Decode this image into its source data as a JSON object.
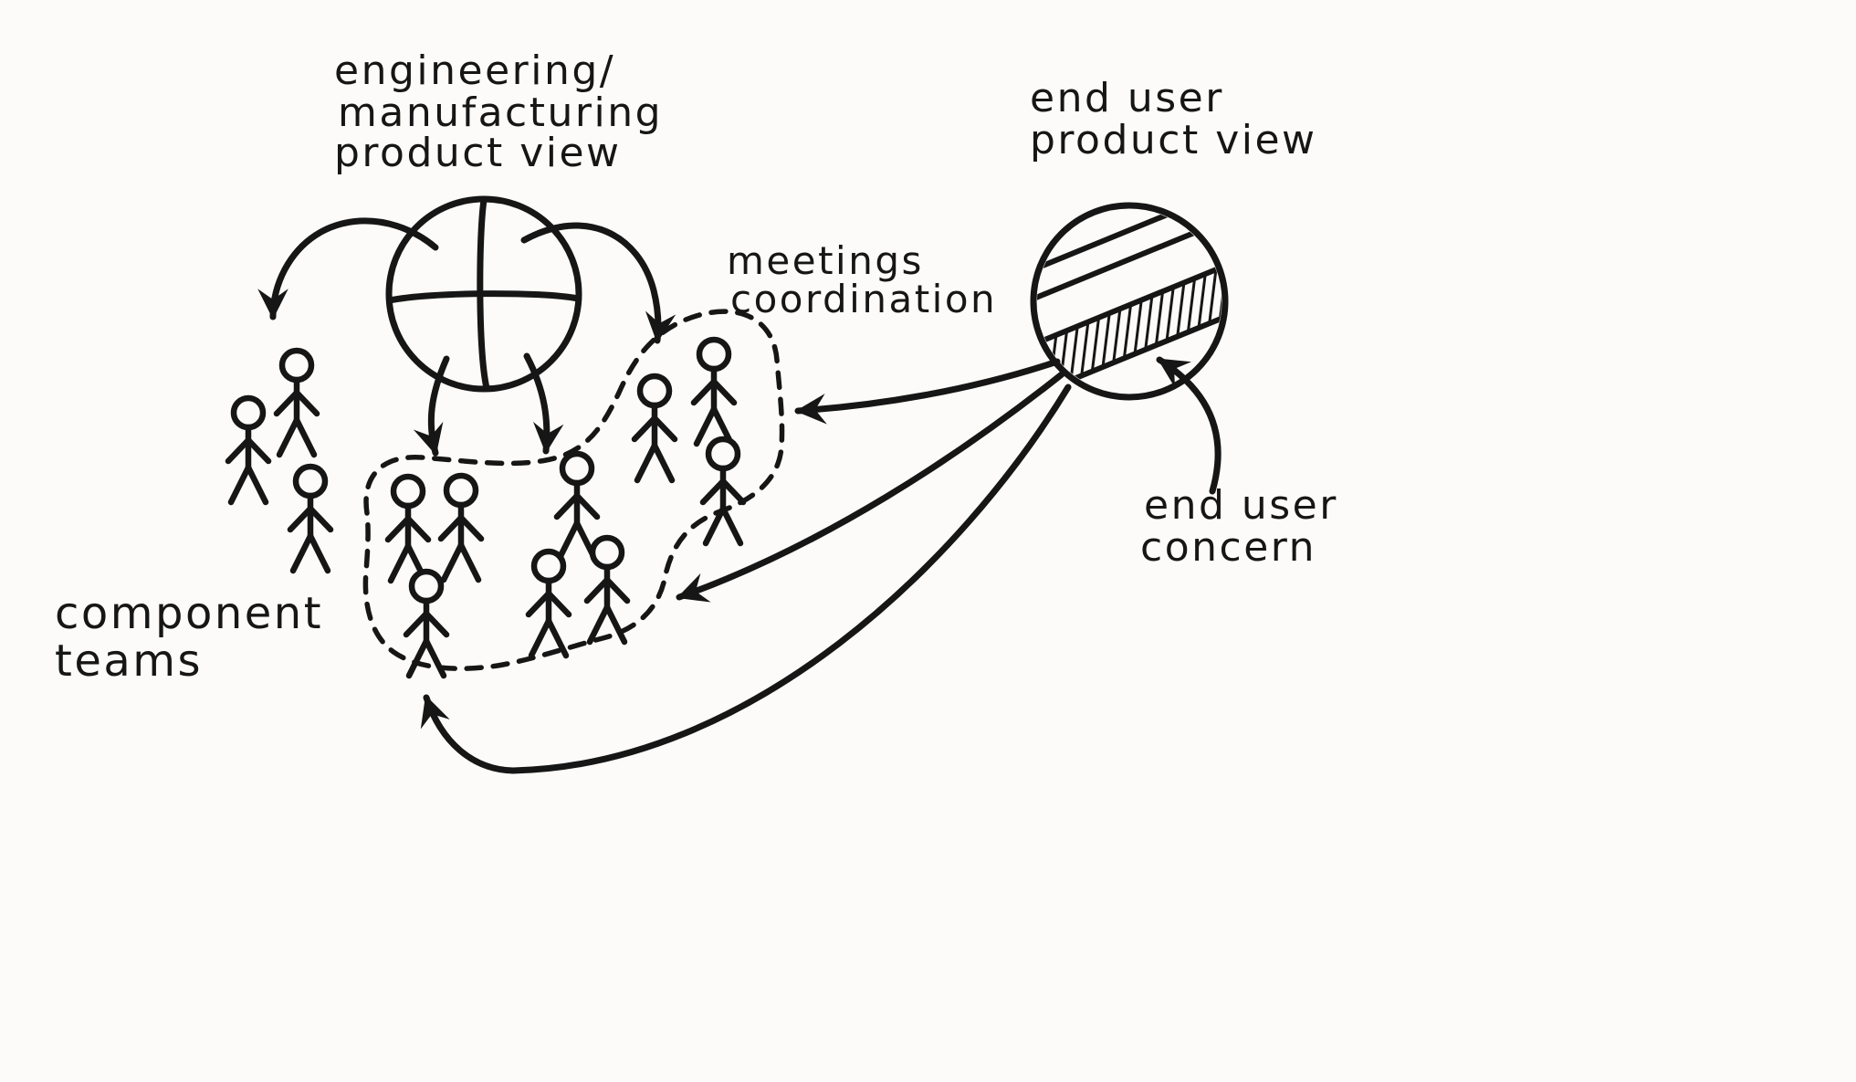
{
  "diagram": {
    "background": "#fcfbf9",
    "ink": "#161616",
    "engineering_view_label": {
      "line1": "engineering/",
      "line2": "manufacturing",
      "line3": "product view"
    },
    "meetings_label": {
      "line1": "meetings",
      "line2": "coordination"
    },
    "component_teams_label": {
      "line1": "component",
      "line2": "teams"
    },
    "end_user_view_label": {
      "line1": "end user",
      "line2": "product view"
    },
    "end_user_concern_label": {
      "line1": "end user",
      "line2": "concern"
    }
  }
}
